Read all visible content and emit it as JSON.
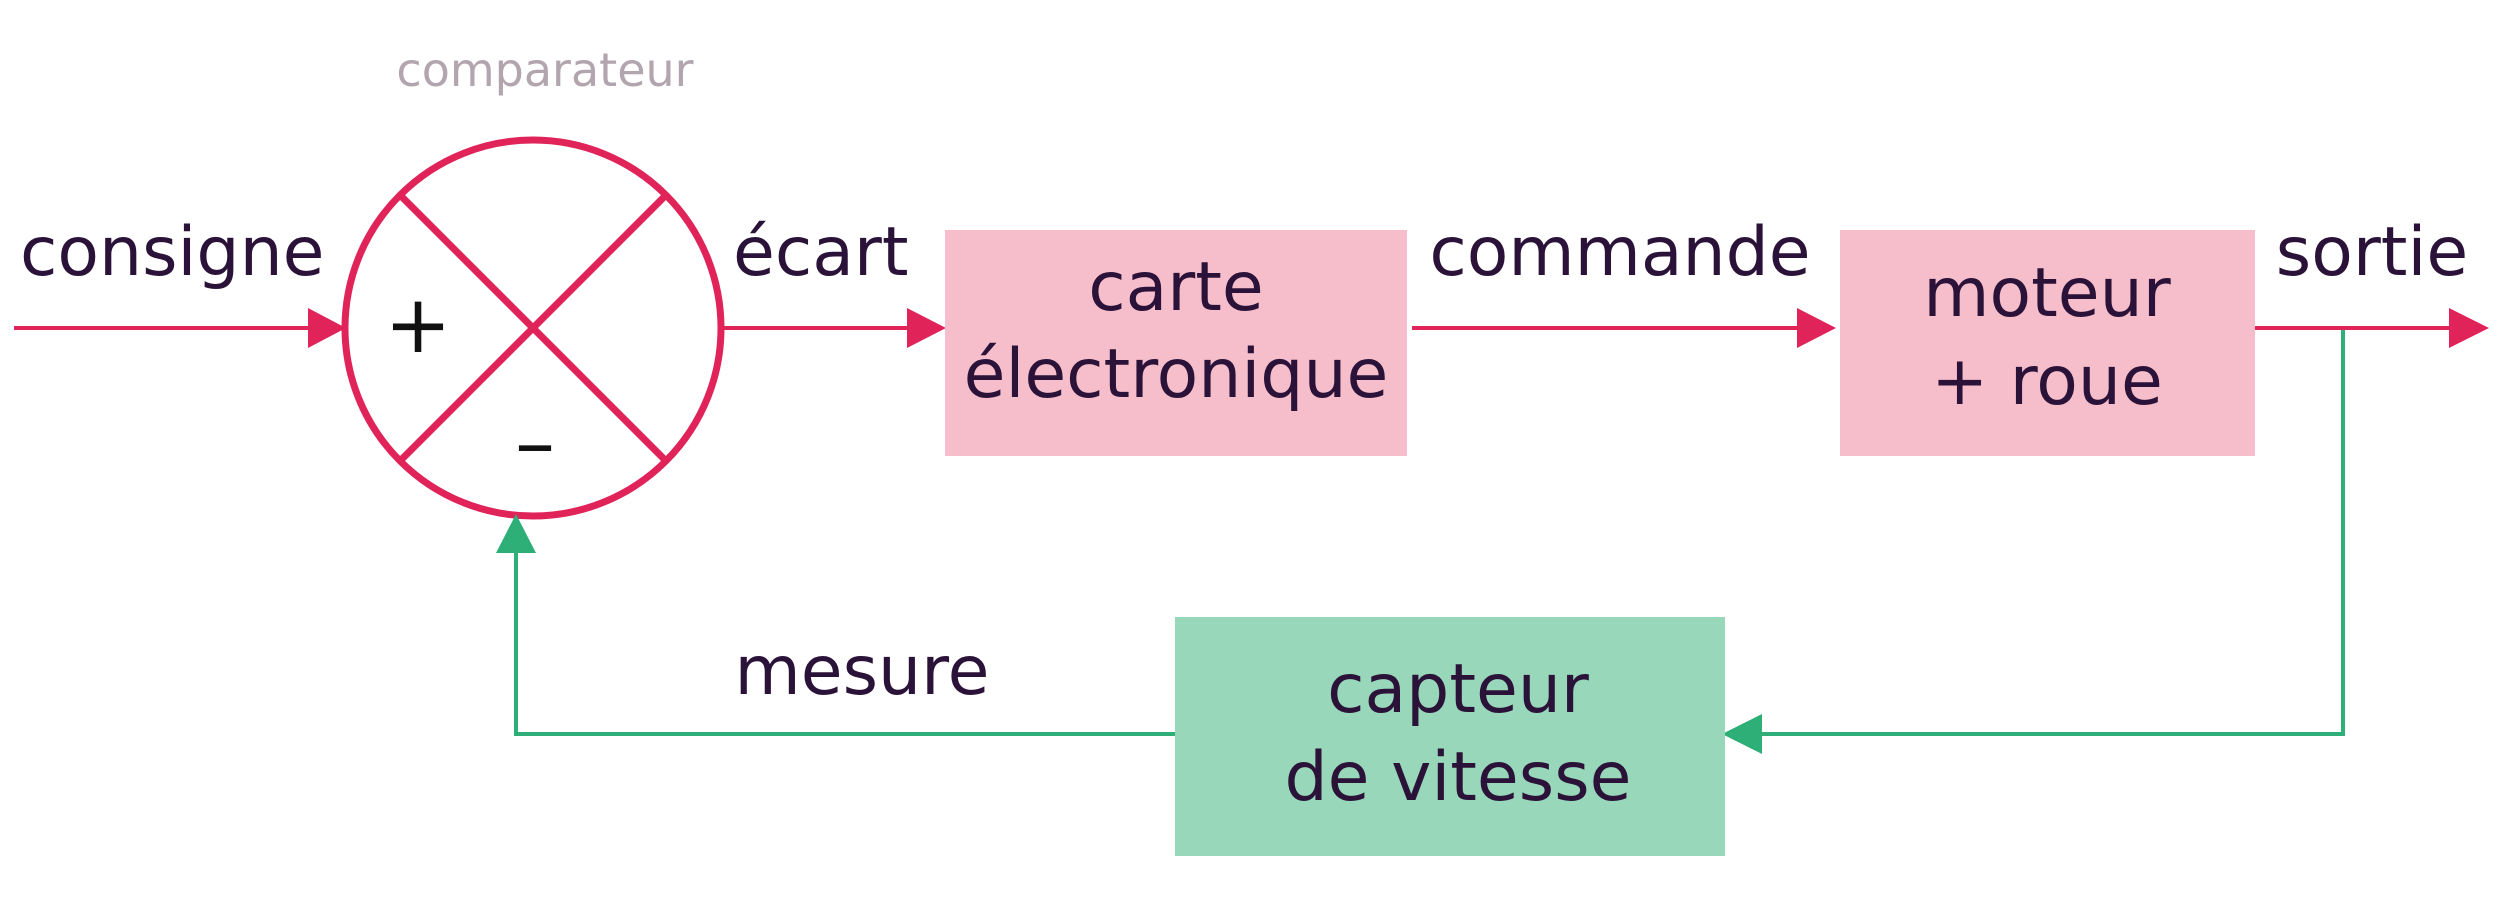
{
  "diagram": {
    "comparator": {
      "label": "comparateur",
      "plus": "+",
      "minus": "–"
    },
    "signals": {
      "input": "consigne",
      "error": "écart",
      "command": "commande",
      "output": "sortie",
      "measure": "mesure"
    },
    "blocks": {
      "controller": {
        "line1": "carte",
        "line2": "électronique"
      },
      "actuator": {
        "line1": "moteur",
        "line2": "+ roue"
      },
      "sensor": {
        "line1": "capteur",
        "line2": "de vitesse"
      }
    }
  }
}
